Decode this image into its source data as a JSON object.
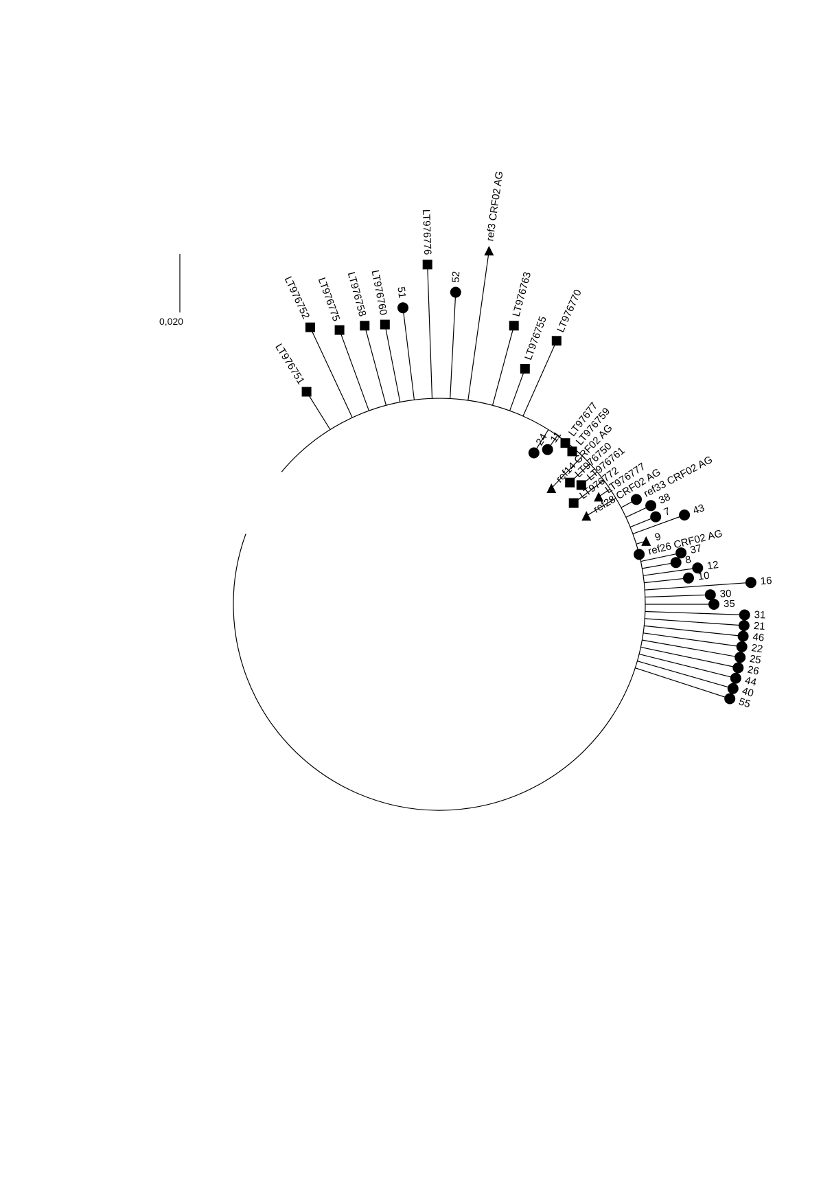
{
  "scale_bar": {
    "label": "0,020"
  },
  "taxa": [
    {
      "label": "LT976751",
      "shape": "square",
      "angle": -122,
      "r": 365
    },
    {
      "label": "LT976752",
      "shape": "square",
      "angle": -115,
      "r": 445
    },
    {
      "label": "LT976775",
      "shape": "square",
      "angle": -110,
      "r": 425
    },
    {
      "label": "LT976758",
      "shape": "square",
      "angle": -105,
      "r": 420
    },
    {
      "label": "LT976760",
      "shape": "square",
      "angle": -101,
      "r": 415
    },
    {
      "label": "51",
      "shape": "circle",
      "angle": -97,
      "r": 435
    },
    {
      "label": "LT976776",
      "shape": "square",
      "angle": -92,
      "r": 495
    },
    {
      "label": "52",
      "shape": "circle",
      "angle": -87,
      "r": 455
    },
    {
      "label": "ref3 CRF02 AG",
      "shape": "triangle",
      "angle": -82,
      "r": 520
    },
    {
      "label": "LT976763",
      "shape": "square",
      "angle": -75,
      "r": 420
    },
    {
      "label": "LT976755",
      "shape": "square",
      "angle": -70,
      "r": 365
    },
    {
      "label": "LT976770",
      "shape": "square",
      "angle": -66,
      "r": 420
    },
    {
      "label": "24",
      "shape": "circle",
      "angle": -58,
      "r": 260
    },
    {
      "label": "11",
      "shape": "circle",
      "angle": -55,
      "r": 275
    },
    {
      "label": "LT97677",
      "shape": "square",
      "angle": -52,
      "r": 298
    },
    {
      "label": "LT976759",
      "shape": "square",
      "angle": -49,
      "r": 295
    },
    {
      "label": "ref14 CRF02 AG",
      "shape": "triangle",
      "angle": -46,
      "r": 235
    },
    {
      "label": "LT976750",
      "shape": "square",
      "angle": -43,
      "r": 260
    },
    {
      "label": "LT976761",
      "shape": "square",
      "angle": -40,
      "r": 270
    },
    {
      "label": "LT976772",
      "shape": "square",
      "angle": -37,
      "r": 245
    },
    {
      "label": "LT976777",
      "shape": "triangle",
      "angle": -34,
      "r": 280
    },
    {
      "label": "ref28 CRF02 AG",
      "shape": "triangle",
      "angle": -31,
      "r": 250
    },
    {
      "label": "ref33 CRF02 AG",
      "shape": "circle",
      "angle": -28,
      "r": 325
    },
    {
      "label": "38",
      "shape": "circle",
      "angle": -25,
      "r": 340
    },
    {
      "label": "7",
      "shape": "circle",
      "angle": -22,
      "r": 340
    },
    {
      "label": "43",
      "shape": "circle",
      "angle": -20,
      "r": 380
    },
    {
      "label": "9",
      "shape": "triangle",
      "angle": -17,
      "r": 315
    },
    {
      "label": "ref26 CRF02 AG",
      "shape": "circle",
      "angle": -14,
      "r": 300
    },
    {
      "label": "37",
      "shape": "circle",
      "angle": -12,
      "r": 360
    },
    {
      "label": "8",
      "shape": "circle",
      "angle": -10,
      "r": 350
    },
    {
      "label": "12",
      "shape": "circle",
      "angle": -8,
      "r": 380
    },
    {
      "label": "10",
      "shape": "circle",
      "angle": -6,
      "r": 365
    },
    {
      "label": "16",
      "shape": "circle",
      "angle": -4,
      "r": 455
    },
    {
      "label": "30",
      "shape": "circle",
      "angle": -2,
      "r": 395
    },
    {
      "label": "35",
      "shape": "circle",
      "angle": 0,
      "r": 400
    },
    {
      "label": "31",
      "shape": "circle",
      "angle": 2,
      "r": 445
    },
    {
      "label": "21",
      "shape": "circle",
      "angle": 4,
      "r": 445
    },
    {
      "label": "46",
      "shape": "circle",
      "angle": 6,
      "r": 445
    },
    {
      "label": "22",
      "shape": "circle",
      "angle": 8,
      "r": 445
    },
    {
      "label": "25",
      "shape": "circle",
      "angle": 10,
      "r": 445
    },
    {
      "label": "26",
      "shape": "circle",
      "angle": 12,
      "r": 445
    },
    {
      "label": "44",
      "shape": "circle",
      "angle": 14,
      "r": 445
    },
    {
      "label": "40",
      "shape": "circle",
      "angle": 16,
      "r": 445
    },
    {
      "label": "55",
      "shape": "circle",
      "angle": 18,
      "r": 445
    }
  ]
}
